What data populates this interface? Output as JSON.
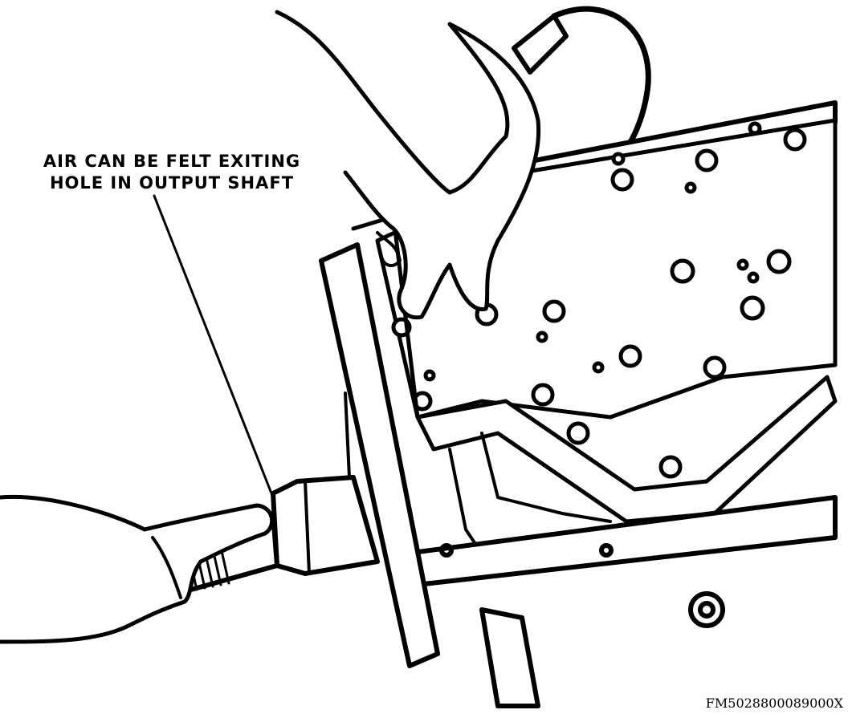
{
  "callout": {
    "line1": "AIR CAN BE FELT EXITING",
    "line2": "HOLE IN OUTPUT SHAFT"
  },
  "figure_id": "FM5028800089000X",
  "colors": {
    "ink": "#000000",
    "paper": "#ffffff"
  }
}
